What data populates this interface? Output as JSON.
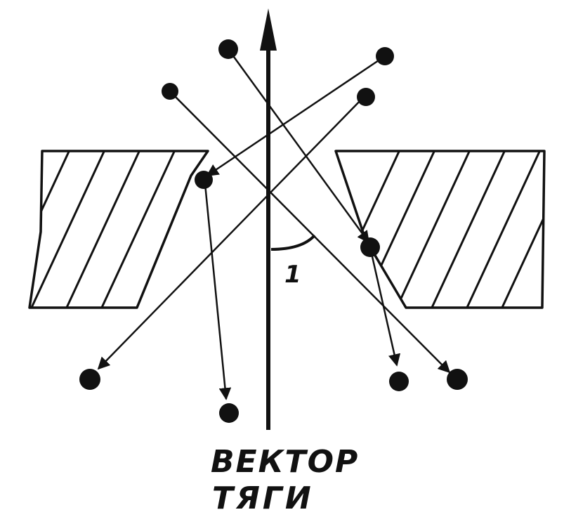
{
  "diagram": {
    "angle_label": "1",
    "caption_line1": "ВЕКТОР",
    "caption_line2": "ТЯГИ"
  },
  "colors": {
    "ink": "#111111",
    "paper": "#ffffff"
  }
}
